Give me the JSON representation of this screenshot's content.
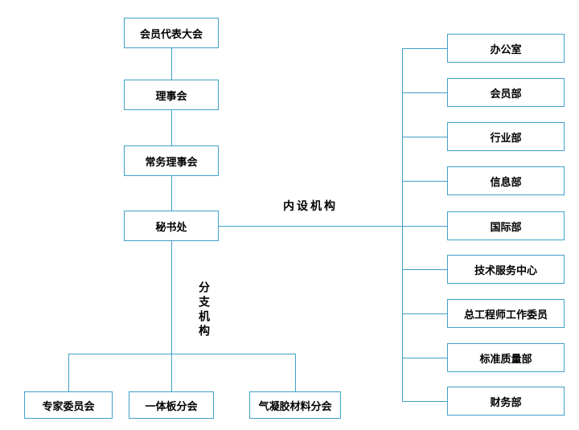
{
  "diagram": {
    "title": "organization-chart",
    "chain": {
      "0": "会员代表大会",
      "1": "理事会",
      "2": "常务理事会",
      "3": "秘书处"
    },
    "internal_label": "内设机构",
    "branch_label": "分支机构",
    "departments": {
      "0": "办公室",
      "1": "会员部",
      "2": "行业部",
      "3": "信息部",
      "4": "国际部",
      "5": "技术服务中心",
      "6": "总工程师工作委员",
      "7": "标准质量部",
      "8": "财务部"
    },
    "branches": {
      "0": "专家委员会",
      "1": "一体板分会",
      "2": "气凝胶材料分会"
    }
  },
  "colors": {
    "line": "#41a0c8",
    "text": "#000000",
    "background": "#ffffff"
  }
}
